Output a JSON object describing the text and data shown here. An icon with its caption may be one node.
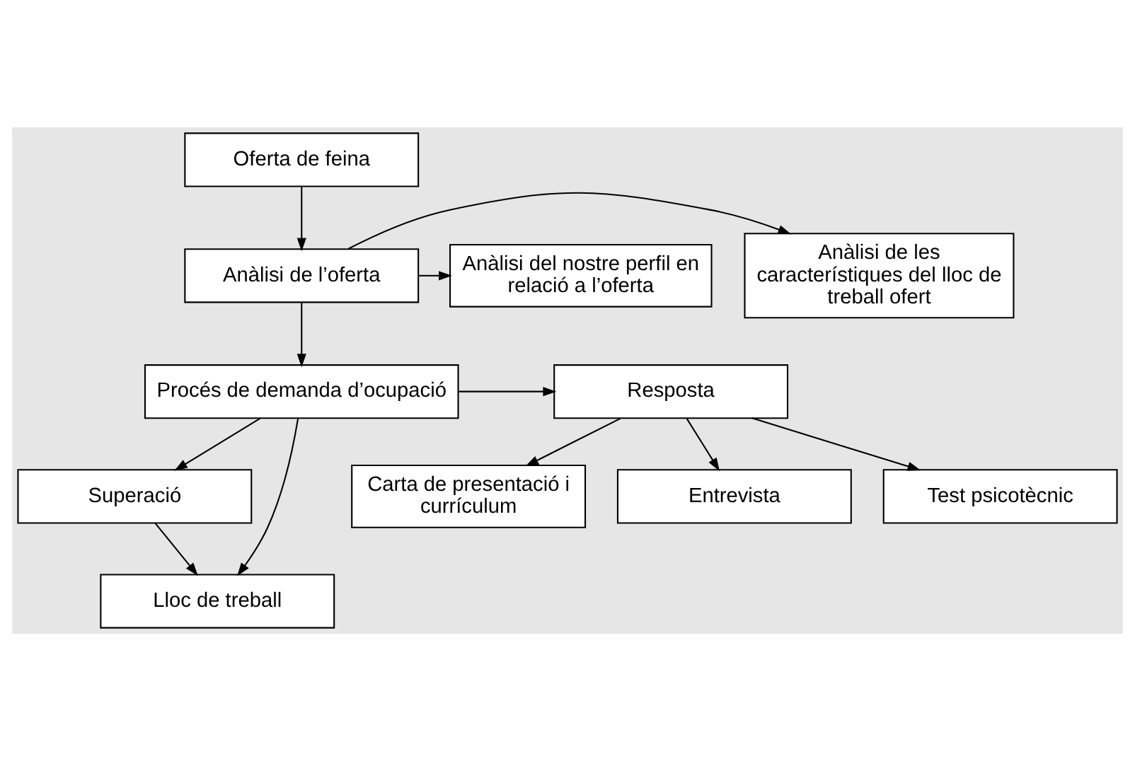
{
  "diagram": {
    "nodes": [
      {
        "text": [
          "Oferta de feina"
        ]
      },
      {
        "text": [
          "Anàlisi de l’oferta"
        ]
      },
      {
        "text": [
          "Anàlisi de les característiques del lloc de treball ofert"
        ]
      },
      {
        "text": [
          "Anàlisi del nostre perfil en relació a l’oferta"
        ]
      },
      {
        "text": [
          "Procés de demanda d’ocupació"
        ]
      },
      {
        "text": [
          "Resposta"
        ]
      },
      {
        "text": [
          "Carta de presentació i currículum"
        ]
      },
      {
        "text": [
          "Entrevista"
        ]
      },
      {
        "text": [
          "Test psicotècnic"
        ]
      },
      {
        "text": [
          "Superació"
        ]
      },
      {
        "text": [
          "Lloc de treball"
        ]
      }
    ],
    "edges": [
      {
        "from": 0,
        "to": 1,
        "arrow": "to"
      },
      {
        "from": 1,
        "to": 2,
        "arrow": "to"
      },
      {
        "from": 1,
        "to": 3,
        "arrow": "to"
      },
      {
        "from": 1,
        "to": 4,
        "arrow": "to"
      },
      {
        "from": 4,
        "to": 5,
        "arrow": "to"
      },
      {
        "from": 4,
        "to": 9,
        "arrow": "to"
      },
      {
        "from": 4,
        "to": 10,
        "arrow": "to"
      },
      {
        "from": 9,
        "to": 10,
        "arrow": "to"
      },
      {
        "from": 5,
        "to": 6,
        "arrow": "to"
      },
      {
        "from": 5,
        "to": 7,
        "arrow": "to"
      },
      {
        "from": 5,
        "to": 8,
        "arrow": "to"
      }
    ]
  }
}
